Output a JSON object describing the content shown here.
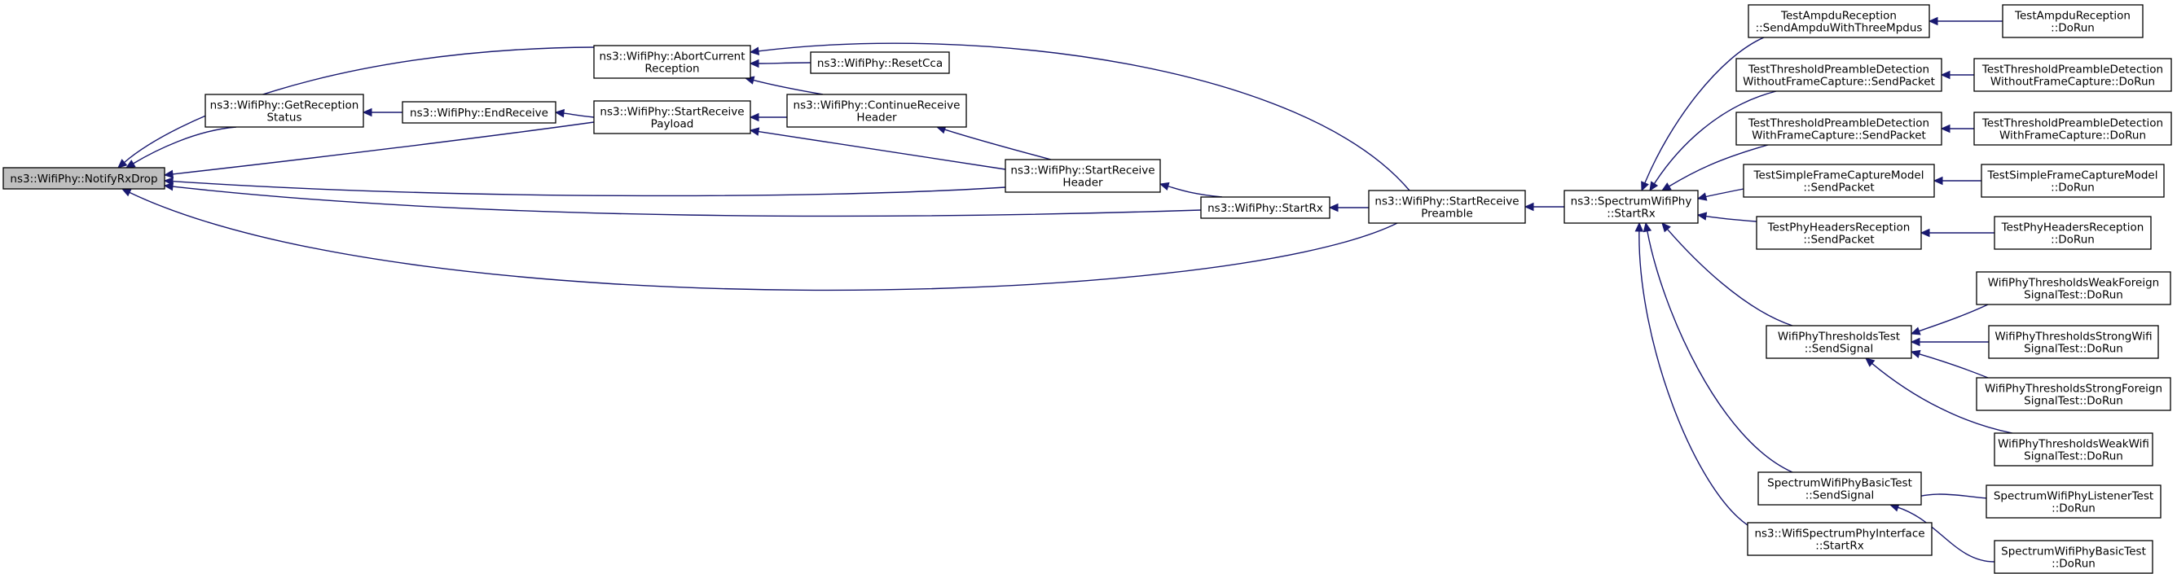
{
  "nodes": [
    {
      "id": "notify",
      "lines": [
        "ns3::WifiPhy::NotifyRxDrop"
      ],
      "root": true
    },
    {
      "id": "abort",
      "lines": [
        "ns3::WifiPhy::AbortCurrent",
        "Reception"
      ]
    },
    {
      "id": "getrecstatus",
      "lines": [
        "ns3::WifiPhy::GetReception",
        "Status"
      ]
    },
    {
      "id": "endreceive",
      "lines": [
        "ns3::WifiPhy::EndReceive"
      ]
    },
    {
      "id": "startrecpayload",
      "lines": [
        "ns3::WifiPhy::StartReceive",
        "Payload"
      ]
    },
    {
      "id": "resetcca",
      "lines": [
        "ns3::WifiPhy::ResetCca"
      ]
    },
    {
      "id": "continuerecheader",
      "lines": [
        "ns3::WifiPhy::ContinueReceive",
        "Header"
      ]
    },
    {
      "id": "startrecheader",
      "lines": [
        "ns3::WifiPhy::StartReceive",
        "Header"
      ]
    },
    {
      "id": "startrx",
      "lines": [
        "ns3::WifiPhy::StartRx"
      ]
    },
    {
      "id": "startrecpreamble",
      "lines": [
        "ns3::WifiPhy::StartReceive",
        "Preamble"
      ]
    },
    {
      "id": "spectrumstartrx",
      "lines": [
        "ns3::SpectrumWifiPhy",
        "::StartRx"
      ]
    },
    {
      "id": "ampdusend",
      "lines": [
        "TestAmpduReception",
        "::SendAmpduWithThreeMpdus"
      ]
    },
    {
      "id": "ampdurun",
      "lines": [
        "TestAmpduReception",
        "::DoRun"
      ]
    },
    {
      "id": "tpdwosend",
      "lines": [
        "TestThresholdPreambleDetection",
        "WithoutFrameCapture::SendPacket"
      ]
    },
    {
      "id": "tpdworun",
      "lines": [
        "TestThresholdPreambleDetection",
        "WithoutFrameCapture::DoRun"
      ]
    },
    {
      "id": "tpdwsend",
      "lines": [
        "TestThresholdPreambleDetection",
        "WithFrameCapture::SendPacket"
      ]
    },
    {
      "id": "tpdwrun",
      "lines": [
        "TestThresholdPreambleDetection",
        "WithFrameCapture::DoRun"
      ]
    },
    {
      "id": "sfcsend",
      "lines": [
        "TestSimpleFrameCaptureModel",
        "::SendPacket"
      ]
    },
    {
      "id": "sfcrun",
      "lines": [
        "TestSimpleFrameCaptureModel",
        "::DoRun"
      ]
    },
    {
      "id": "phsend",
      "lines": [
        "TestPhyHeadersReception",
        "::SendPacket"
      ]
    },
    {
      "id": "phrun",
      "lines": [
        "TestPhyHeadersReception",
        "::DoRun"
      ]
    },
    {
      "id": "threshsend",
      "lines": [
        "WifiPhyThresholdsTest",
        "::SendSignal"
      ]
    },
    {
      "id": "wfrun",
      "lines": [
        "WifiPhyThresholdsWeakForeign",
        "SignalTest::DoRun"
      ]
    },
    {
      "id": "swrun",
      "lines": [
        "WifiPhyThresholdsStrongWifi",
        "SignalTest::DoRun"
      ]
    },
    {
      "id": "sfrun",
      "lines": [
        "WifiPhyThresholdsStrongForeign",
        "SignalTest::DoRun"
      ]
    },
    {
      "id": "wwrun",
      "lines": [
        "WifiPhyThresholdsWeakWifi",
        "SignalTest::DoRun"
      ]
    },
    {
      "id": "basicsend",
      "lines": [
        "SpectrumWifiPhyBasicTest",
        "::SendSignal"
      ]
    },
    {
      "id": "listenerrun",
      "lines": [
        "SpectrumWifiPhyListenerTest",
        "::DoRun"
      ]
    },
    {
      "id": "basicrun",
      "lines": [
        "SpectrumWifiPhyBasicTest",
        "::DoRun"
      ]
    },
    {
      "id": "ifacestartrx",
      "lines": [
        "ns3::WifiSpectrumPhyInterface",
        "::StartRx"
      ]
    }
  ],
  "edges": [
    {
      "to": "notify",
      "from": "abort"
    },
    {
      "to": "notify",
      "from": "getrecstatus"
    },
    {
      "to": "notify",
      "from": "startrecpayload"
    },
    {
      "to": "notify",
      "from": "startrecheader"
    },
    {
      "to": "notify",
      "from": "startrx"
    },
    {
      "to": "notify",
      "from": "startrecpreamble"
    },
    {
      "to": "abort",
      "from": "resetcca"
    },
    {
      "to": "abort",
      "from": "continuerecheader"
    },
    {
      "to": "abort",
      "from": "startrecpreamble"
    },
    {
      "to": "getrecstatus",
      "from": "endreceive"
    },
    {
      "to": "endreceive",
      "from": "startrecpayload"
    },
    {
      "to": "startrecpayload",
      "from": "continuerecheader"
    },
    {
      "to": "startrecpayload",
      "from": "startrecheader"
    },
    {
      "to": "continuerecheader",
      "from": "startrecheader"
    },
    {
      "to": "startrecheader",
      "from": "startrx"
    },
    {
      "to": "startrx",
      "from": "startrecpreamble"
    },
    {
      "to": "startrecpreamble",
      "from": "spectrumstartrx"
    },
    {
      "to": "spectrumstartrx",
      "from": "ampdusend"
    },
    {
      "to": "spectrumstartrx",
      "from": "tpdwosend"
    },
    {
      "to": "spectrumstartrx",
      "from": "tpdwsend"
    },
    {
      "to": "spectrumstartrx",
      "from": "sfcsend"
    },
    {
      "to": "spectrumstartrx",
      "from": "phsend"
    },
    {
      "to": "spectrumstartrx",
      "from": "threshsend"
    },
    {
      "to": "spectrumstartrx",
      "from": "basicsend"
    },
    {
      "to": "spectrumstartrx",
      "from": "ifacestartrx"
    },
    {
      "to": "ampdusend",
      "from": "ampdurun"
    },
    {
      "to": "tpdwosend",
      "from": "tpdworun"
    },
    {
      "to": "tpdwsend",
      "from": "tpdwrun"
    },
    {
      "to": "sfcsend",
      "from": "sfcrun"
    },
    {
      "to": "phsend",
      "from": "phrun"
    },
    {
      "to": "threshsend",
      "from": "wfrun"
    },
    {
      "to": "threshsend",
      "from": "swrun"
    },
    {
      "to": "threshsend",
      "from": "sfrun"
    },
    {
      "to": "threshsend",
      "from": "wwrun"
    },
    {
      "to": "basicsend",
      "from": "listenerrun"
    },
    {
      "to": "basicsend",
      "from": "basicrun"
    }
  ],
  "colors": {
    "edge": "#191970",
    "root_fill": "#bfbfbf",
    "node_fill": "#ffffff",
    "node_border": "#000000"
  }
}
